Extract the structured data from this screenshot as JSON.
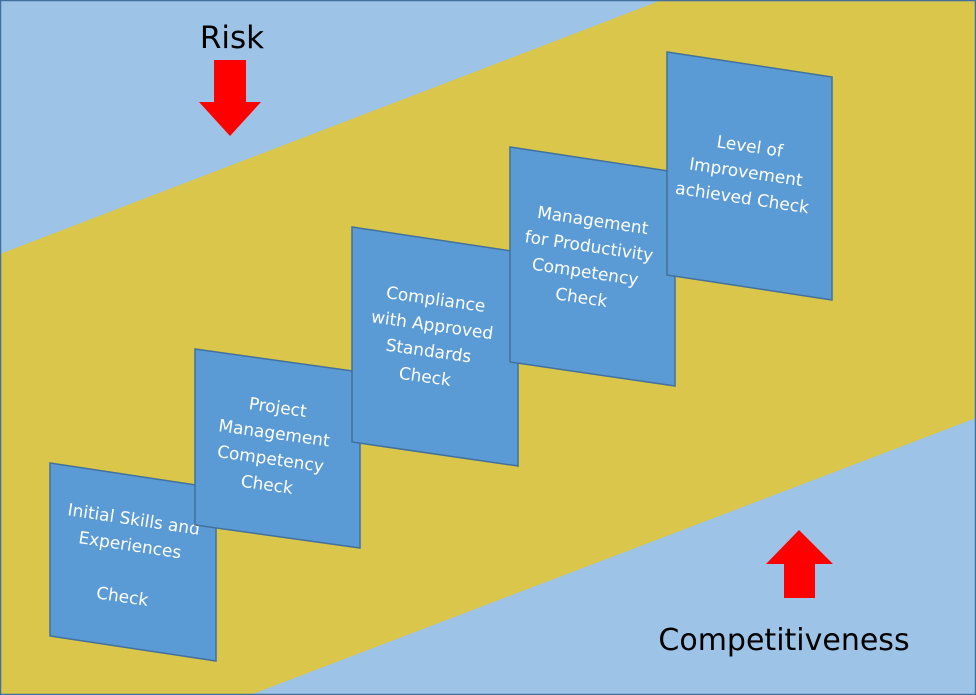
{
  "colors": {
    "light_blue": "#9dc3e6",
    "gold": "#d9c64a",
    "step_fill": "#5b9bd5",
    "step_stroke": "#41719c",
    "arrow_red": "#ff0000",
    "frame": "#41719c"
  },
  "labels": {
    "risk": "Risk",
    "competitiveness": "Competitiveness"
  },
  "arrows": {
    "risk_direction": "down",
    "competitiveness_direction": "up"
  },
  "steps": [
    {
      "lines": [
        "Initial Skills and",
        "Experiences",
        "",
        "Check"
      ]
    },
    {
      "lines": [
        "Project",
        "Management",
        "Competency",
        "Check"
      ]
    },
    {
      "lines": [
        "Compliance",
        "with Approved",
        "Standards",
        "Check"
      ]
    },
    {
      "lines": [
        "Management",
        "for Productivity",
        "Competency",
        "Check"
      ]
    },
    {
      "lines": [
        "Level of",
        "Improvement",
        "achieved Check"
      ]
    }
  ]
}
